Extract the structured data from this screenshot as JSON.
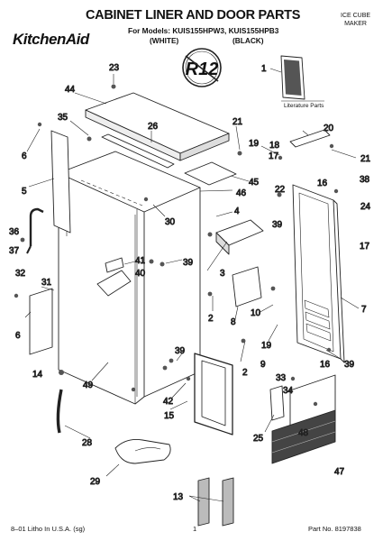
{
  "header": {
    "title": "CABINET LINER AND DOOR PARTS",
    "models": "For Models: KUIS155HPW3, KUIS155HPB3",
    "variant_white": "(WHITE)",
    "variant_black": "(BLACK)",
    "category_line1": "ICE CUBE",
    "category_line2": "MAKER",
    "brand": "KitchenAid",
    "seal_text": "R12"
  },
  "literature_label": "Literature Parts",
  "footer": {
    "left": "8–01 Litho In U.S.A. (sg)",
    "page": "1",
    "part_no": "Part No. 8197838"
  },
  "callouts": [
    {
      "id": "c23",
      "label": "23"
    },
    {
      "id": "c44",
      "label": "44"
    },
    {
      "id": "c1",
      "label": "1"
    },
    {
      "id": "c35",
      "label": "35"
    },
    {
      "id": "c26",
      "label": "26"
    },
    {
      "id": "c21a",
      "label": "21"
    },
    {
      "id": "c20",
      "label": "20"
    },
    {
      "id": "c19a",
      "label": "19"
    },
    {
      "id": "c18",
      "label": "18"
    },
    {
      "id": "c17",
      "label": "17"
    },
    {
      "id": "c21b",
      "label": "21"
    },
    {
      "id": "c6a",
      "label": "6"
    },
    {
      "id": "c16a",
      "label": "16"
    },
    {
      "id": "c38",
      "label": "38"
    },
    {
      "id": "c45",
      "label": "45"
    },
    {
      "id": "c5",
      "label": "5"
    },
    {
      "id": "c46",
      "label": "46"
    },
    {
      "id": "c22",
      "label": "22"
    },
    {
      "id": "c24",
      "label": "24"
    },
    {
      "id": "c4",
      "label": "4"
    },
    {
      "id": "c30",
      "label": "30"
    },
    {
      "id": "c39a",
      "label": "39"
    },
    {
      "id": "c17b",
      "label": "17"
    },
    {
      "id": "c36",
      "label": "36"
    },
    {
      "id": "c37",
      "label": "37"
    },
    {
      "id": "c41",
      "label": "41"
    },
    {
      "id": "c39b",
      "label": "39"
    },
    {
      "id": "c3",
      "label": "3"
    },
    {
      "id": "c40",
      "label": "40"
    },
    {
      "id": "c32",
      "label": "32"
    },
    {
      "id": "c31",
      "label": "31"
    },
    {
      "id": "c7",
      "label": "7"
    },
    {
      "id": "c10",
      "label": "10"
    },
    {
      "id": "c6b",
      "label": "6"
    },
    {
      "id": "c2a",
      "label": "2"
    },
    {
      "id": "c8",
      "label": "8"
    },
    {
      "id": "c19b",
      "label": "19"
    },
    {
      "id": "c39c",
      "label": "39"
    },
    {
      "id": "c2b",
      "label": "2"
    },
    {
      "id": "c9",
      "label": "9"
    },
    {
      "id": "c16b",
      "label": "16"
    },
    {
      "id": "c39d",
      "label": "39"
    },
    {
      "id": "c33",
      "label": "33"
    },
    {
      "id": "c14",
      "label": "14"
    },
    {
      "id": "c49",
      "label": "49"
    },
    {
      "id": "c34",
      "label": "34"
    },
    {
      "id": "c42",
      "label": "42"
    },
    {
      "id": "c15",
      "label": "15"
    },
    {
      "id": "c25",
      "label": "25"
    },
    {
      "id": "c48",
      "label": "48"
    },
    {
      "id": "c28",
      "label": "28"
    },
    {
      "id": "c47",
      "label": "47"
    },
    {
      "id": "c29",
      "label": "29"
    },
    {
      "id": "c13",
      "label": "13"
    }
  ]
}
